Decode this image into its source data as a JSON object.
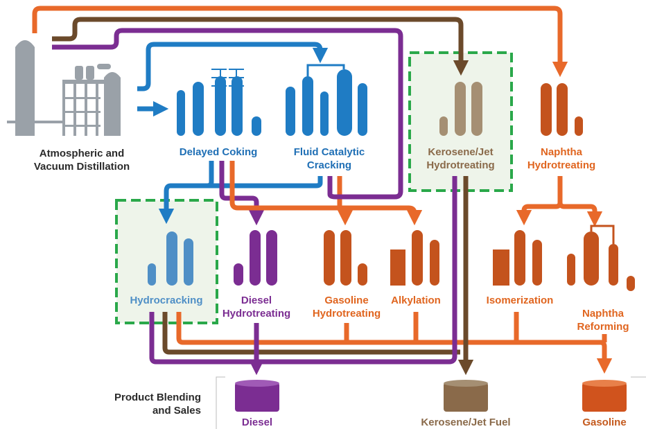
{
  "colors": {
    "gray": "#9aa1a8",
    "blue": "#1f7cc4",
    "light_blue": "#4f8fc6",
    "purple": "#7b2d92",
    "orange": "#e8692a",
    "dark_orange": "#c4531d",
    "brown": "#6b4a2b",
    "tan": "#a58f73",
    "highlight_border": "#2aa84a",
    "highlight_fill": "#eef4ea"
  },
  "units": {
    "distillation": {
      "line1": "Atmospheric and",
      "line2": "Vacuum Distillation"
    },
    "delayed_coking": {
      "line1": "Delayed Coking"
    },
    "fluid_catalytic_cracking": {
      "line1": "Fluid Catalytic",
      "line2": "Cracking"
    },
    "kerosene_jet_hydrotreating": {
      "line1": "Kerosene/Jet",
      "line2": "Hydrotreating"
    },
    "naphtha_hydrotreating": {
      "line1": "Naphtha",
      "line2": "Hydrotreating"
    },
    "hydrocracking": {
      "line1": "Hydrocracking"
    },
    "diesel_hydrotreating": {
      "line1": "Diesel",
      "line2": "Hydrotreating"
    },
    "gasoline_hydrotreating": {
      "line1": "Gasoline",
      "line2": "Hydrotreating"
    },
    "alkylation": {
      "line1": "Alkylation"
    },
    "isomerization": {
      "line1": "Isomerization"
    },
    "naphtha_reforming": {
      "line1": "Naphtha",
      "line2": "Reforming"
    }
  },
  "products": {
    "section_label": {
      "line1": "Product Blending",
      "line2": "and Sales"
    },
    "diesel": "Diesel",
    "kerosene_jet_fuel": "Kerosene/Jet Fuel",
    "gasoline": "Gasoline"
  }
}
